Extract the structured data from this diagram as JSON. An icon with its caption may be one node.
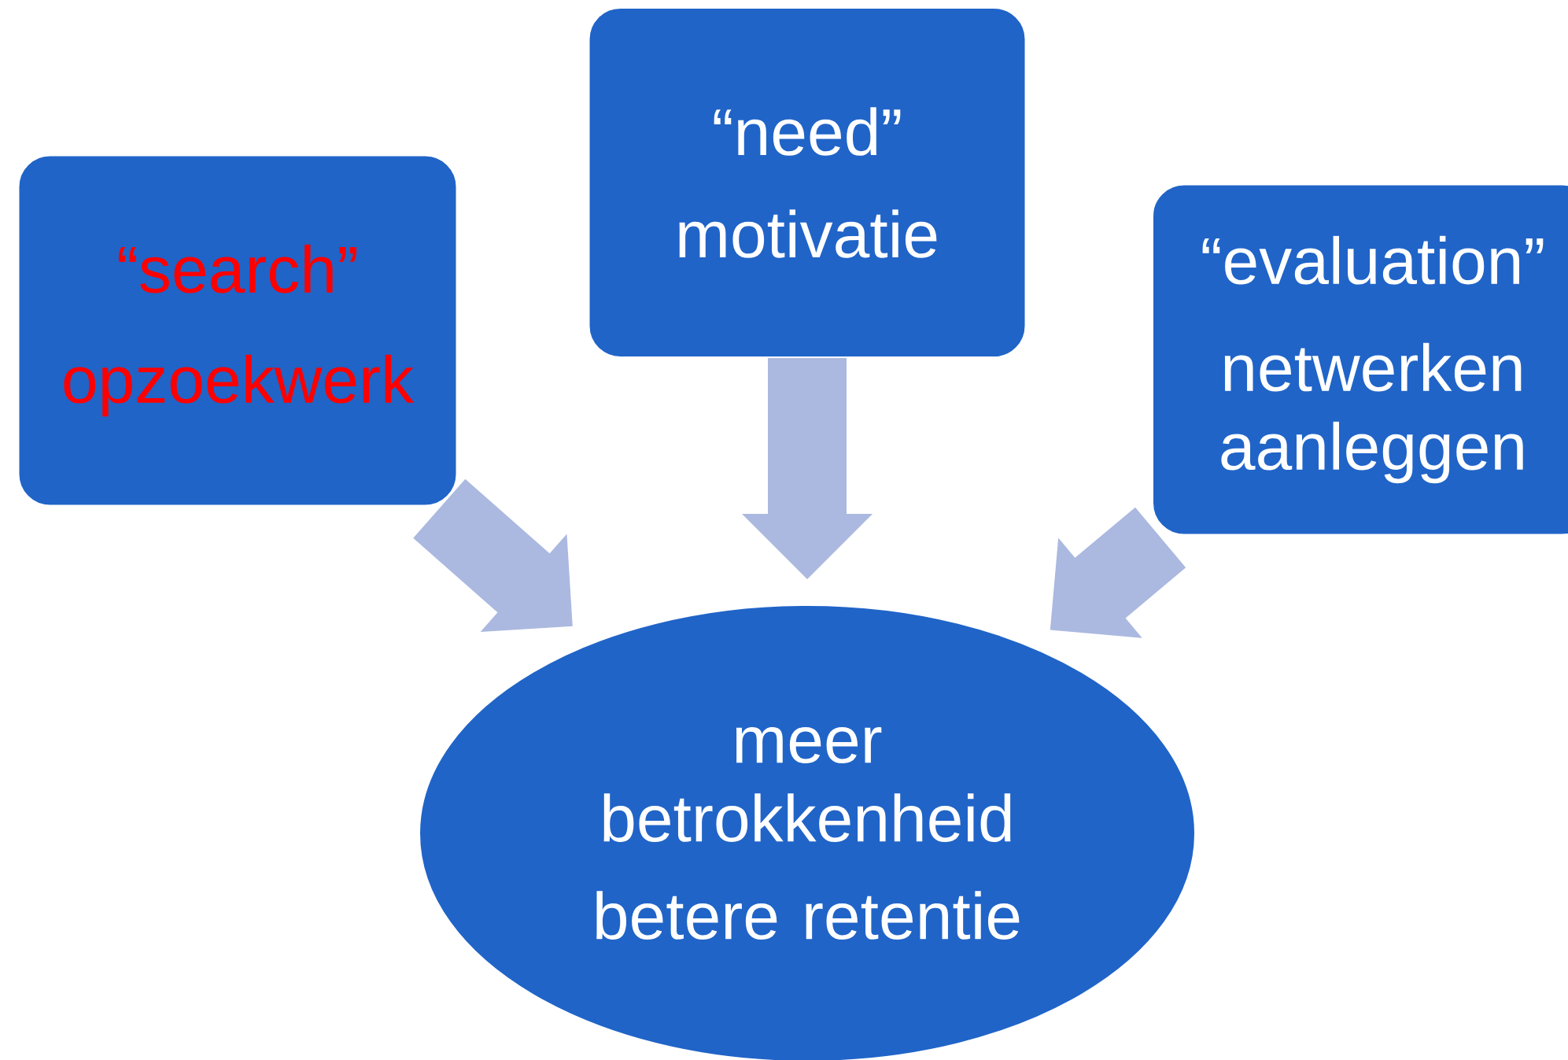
{
  "diagram": {
    "nodes": [
      {
        "text": [
          "“search”",
          "opzoekwerk"
        ]
      },
      {
        "text": [
          "“need”",
          "motivatie"
        ]
      },
      {
        "text": [
          "“evaluation”",
          "netwerken aanleggen"
        ]
      },
      {
        "text": [
          "meer betrokkenheid",
          "betere retentie"
        ]
      }
    ],
    "edges": [
      {
        "from": 0,
        "to": 3,
        "arrow": "to"
      },
      {
        "from": 1,
        "to": 3,
        "arrow": "to"
      },
      {
        "from": 2,
        "to": 3,
        "arrow": "to"
      }
    ]
  }
}
